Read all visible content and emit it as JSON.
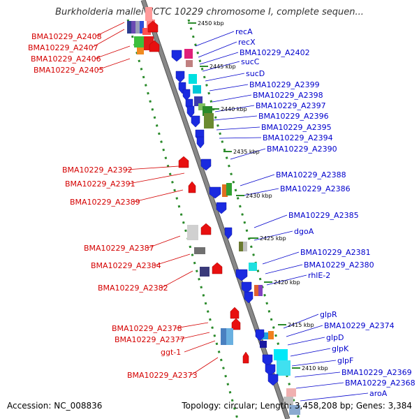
{
  "title": "Burkholderia mallei NCTC 10229 chromosome I, complete sequen...",
  "footer": {
    "accession": "Accession: NC_008836",
    "summary": "Topology: circular; Length: 3,458,208 bp; Genes: 3,384"
  },
  "colors": {
    "left_label": "#d40000",
    "right_label": "#0000cc",
    "backbone": "#888888",
    "track_dots": "#2a8a2a"
  },
  "scale_labels": [
    "2450 kbp",
    "2445 kbp",
    "2440 kbp",
    "2435 kbp",
    "2430 kbp",
    "2425 kbp",
    "2420 kbp",
    "2415 kbp",
    "2410 kbp"
  ],
  "left_labels": [
    "BMA10229_A2408",
    "BMA10229_A2407",
    "BMA10229_A2406",
    "BMA10229_A2405",
    "BMA10229_A2392",
    "BMA10229_A2391",
    "BMA10229_A2389",
    "BMA10229_A2387",
    "BMA10229_A2384",
    "BMA10229_A2382",
    "BMA10229_A2378",
    "BMA10229_A2377",
    "ggt-1",
    "BMA10229_A2373"
  ],
  "right_labels": [
    "recA",
    "recX",
    "BMA10229_A2402",
    "sucC",
    "sucD",
    "BMA10229_A2399",
    "BMA10229_A2398",
    "BMA10229_A2397",
    "BMA10229_A2396",
    "BMA10229_A2395",
    "BMA10229_A2394",
    "BMA10229_A2390",
    "BMA10229_A2388",
    "BMA10229_A2386",
    "BMA10229_A2385",
    "dgoA",
    "BMA10229_A2381",
    "BMA10229_A2380",
    "rhlE-2",
    "glpR",
    "BMA10229_A2374",
    "glpD",
    "glpK",
    "glpF",
    "BMA10229_A2369",
    "BMA10229_A2368",
    "aroA"
  ]
}
